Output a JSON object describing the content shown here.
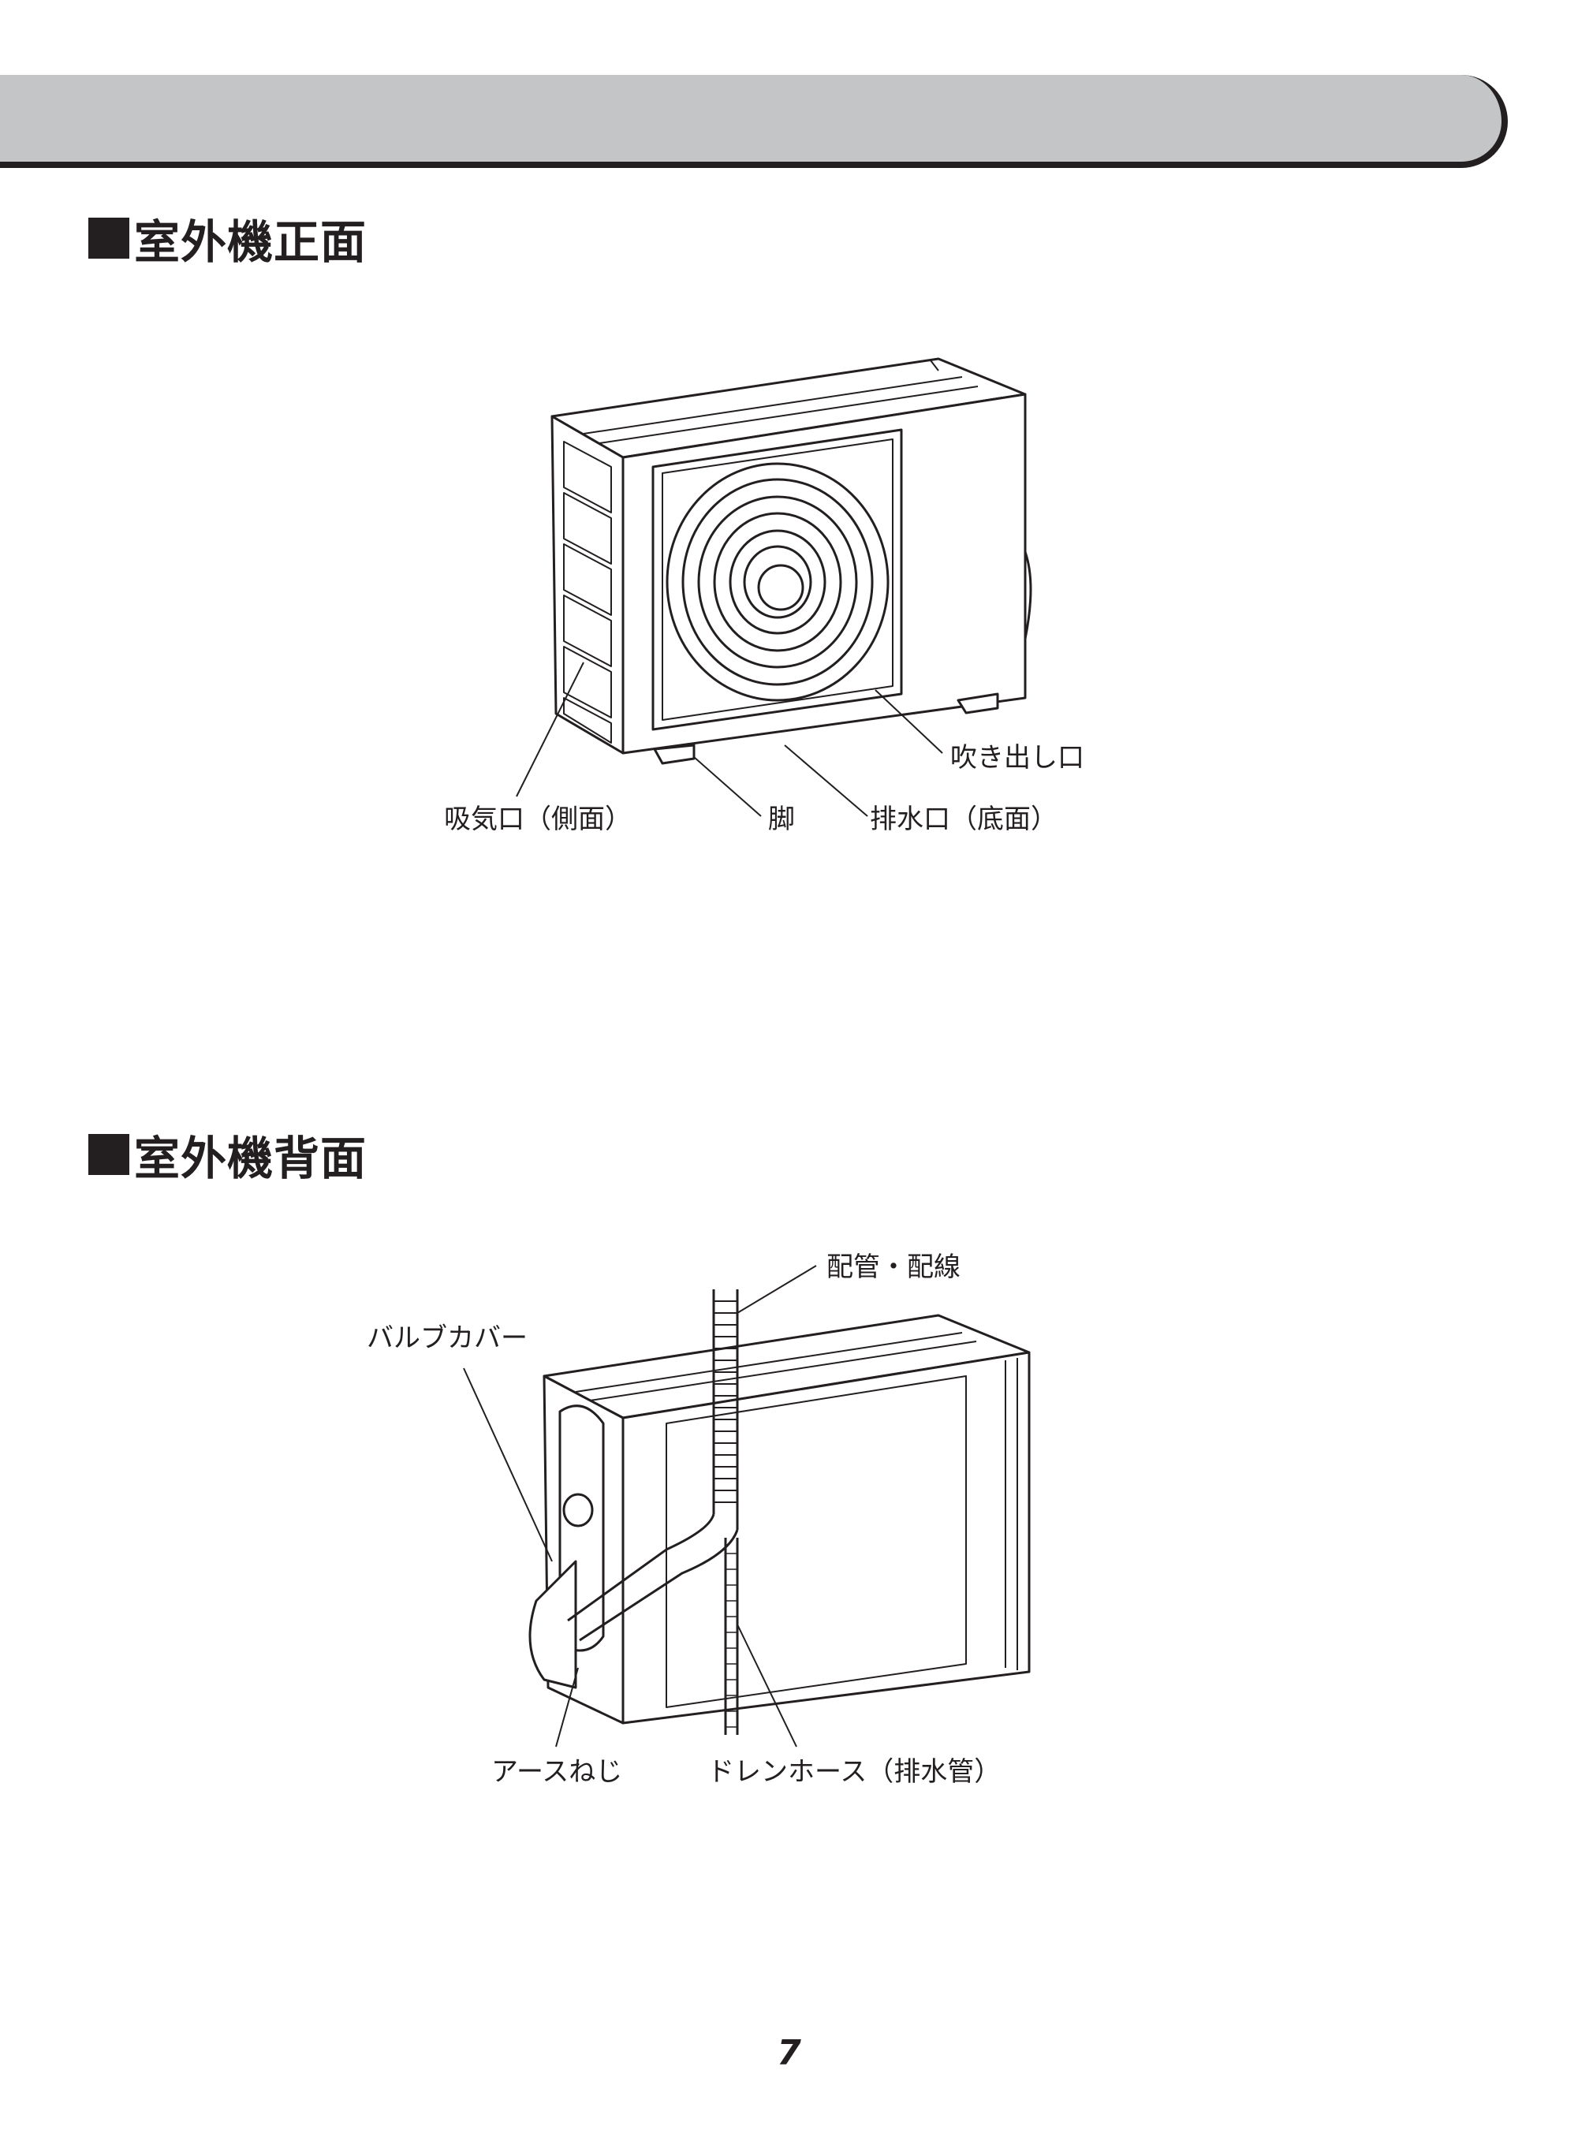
{
  "header_bar": {
    "color": "#c4c5c6"
  },
  "front_section": {
    "title": "室外機正面",
    "labels": {
      "intake": "吸気口（側面）",
      "leg": "脚",
      "drain_port": "排水口（底面）",
      "outlet": "吹き出し口"
    }
  },
  "back_section": {
    "title": "室外機背面",
    "labels": {
      "piping": "配管・配線",
      "valve_cover": "バルブカバー",
      "ground_screw": "アースねじ",
      "drain_hose": "ドレンホース（排水管）"
    }
  },
  "page_number": "7"
}
